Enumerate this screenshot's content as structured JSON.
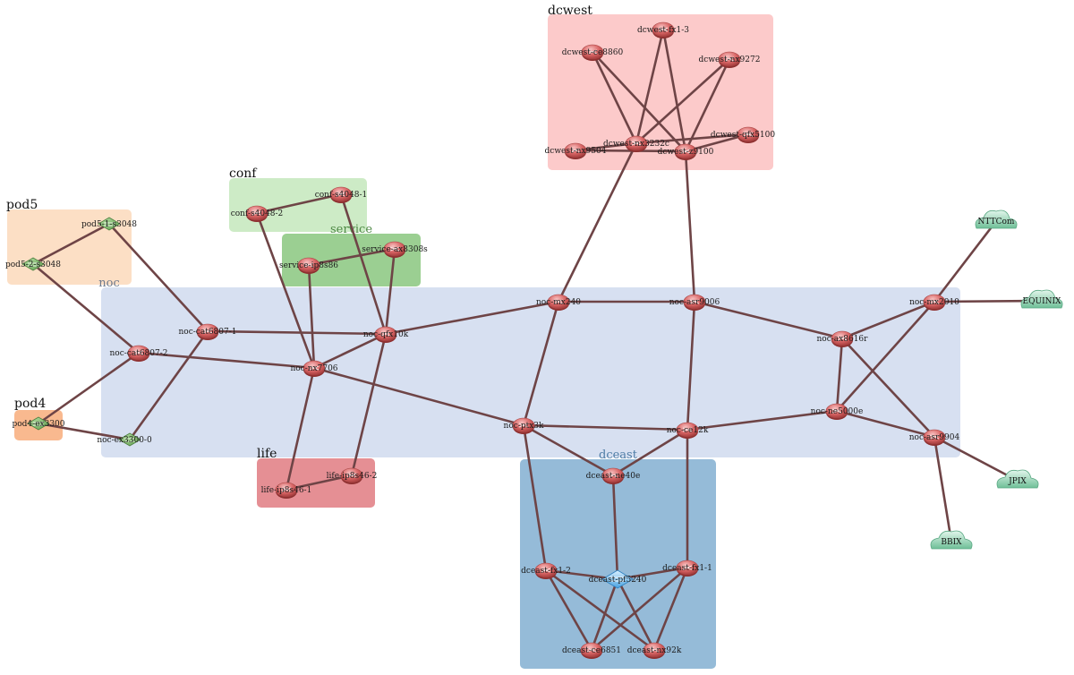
{
  "diagram": {
    "type": "network-topology",
    "groups": [
      {
        "id": "dcwest",
        "label": "dcwest",
        "color": "#fccaca"
      },
      {
        "id": "conf",
        "label": "conf",
        "color": "#cdebc6"
      },
      {
        "id": "pod5",
        "label": "pod5",
        "sublabel": "noc",
        "color": "#fcdfc5"
      },
      {
        "id": "service",
        "label": "service",
        "color": "#9bcf92"
      },
      {
        "id": "noc",
        "label": "noc",
        "color": "#d7e0f1"
      },
      {
        "id": "pod4",
        "label": "pod4",
        "color": "#f9b98f"
      },
      {
        "id": "life",
        "label": "life",
        "color": "#e58f94"
      },
      {
        "id": "dceast",
        "label": "dceast",
        "color": "#95bbd8"
      }
    ],
    "nodes": [
      {
        "id": "dcwest-fx1-3",
        "label": "dcwest-fx1-3",
        "kind": "router"
      },
      {
        "id": "dcwest-ce8860",
        "label": "dcwest-ce8860",
        "kind": "router"
      },
      {
        "id": "dcwest-nx9272",
        "label": "dcwest-nx9272",
        "kind": "router"
      },
      {
        "id": "dcwest-qfx5100",
        "label": "dcwest-qfx5100",
        "kind": "router"
      },
      {
        "id": "dcwest-nx9504",
        "label": "dcwest-nx9504",
        "kind": "router"
      },
      {
        "id": "dcwest-nx3232c",
        "label": "dcwest-nx3232c",
        "kind": "router"
      },
      {
        "id": "dcwest-z9100",
        "label": "dcwest-z9100",
        "kind": "router"
      },
      {
        "id": "conf-s4048-1",
        "label": "conf-s4048-1",
        "kind": "router"
      },
      {
        "id": "conf-s4048-2",
        "label": "conf-s4048-2",
        "kind": "router"
      },
      {
        "id": "service-ax8308s",
        "label": "service-ax8308s",
        "kind": "router"
      },
      {
        "id": "service-ip8s86",
        "label": "service-ip8s86",
        "kind": "router"
      },
      {
        "id": "pod5-1-s3048",
        "label": "pod5-1-s3048",
        "kind": "switch"
      },
      {
        "id": "pod5-2-s3048",
        "label": "pod5-2-s3048",
        "kind": "switch"
      },
      {
        "id": "noc-cat6807-1",
        "label": "noc-cat6807-1",
        "kind": "router"
      },
      {
        "id": "noc-cat6807-2",
        "label": "noc-cat6807-2",
        "kind": "router"
      },
      {
        "id": "noc-qfx10k",
        "label": "noc-qfx10k",
        "kind": "router"
      },
      {
        "id": "noc-nx7706",
        "label": "noc-nx7706",
        "kind": "router"
      },
      {
        "id": "noc-mx240",
        "label": "noc-mx240",
        "kind": "router"
      },
      {
        "id": "noc-asr9006",
        "label": "noc-asr9006",
        "kind": "router"
      },
      {
        "id": "noc-mx2010",
        "label": "noc-mx2010",
        "kind": "router"
      },
      {
        "id": "noc-ax8616r",
        "label": "noc-ax8616r",
        "kind": "router"
      },
      {
        "id": "noc-ne5000e",
        "label": "noc-ne5000e",
        "kind": "router"
      },
      {
        "id": "noc-asr9904",
        "label": "noc-asr9904",
        "kind": "router"
      },
      {
        "id": "noc-ptx3k",
        "label": "noc-ptx3k",
        "kind": "router"
      },
      {
        "id": "noc-ce12k",
        "label": "noc-ce12k",
        "kind": "router"
      },
      {
        "id": "noc-ex3300-0",
        "label": "noc-ex3300-0",
        "kind": "switch"
      },
      {
        "id": "pod4-ex3300",
        "label": "pod4-ex3300",
        "kind": "switch"
      },
      {
        "id": "life-ip8s46-1",
        "label": "life-ip8s46-1",
        "kind": "router"
      },
      {
        "id": "life-ip8s46-2",
        "label": "life-ip8s46-2",
        "kind": "router"
      },
      {
        "id": "dceast-ne40e",
        "label": "dceast-ne40e",
        "kind": "router"
      },
      {
        "id": "dceast-fx1-2",
        "label": "dceast-fx1-2",
        "kind": "router"
      },
      {
        "id": "dceast-fx1-1",
        "label": "dceast-fx1-1",
        "kind": "router"
      },
      {
        "id": "dceast-pf5240",
        "label": "dceast-pf5240",
        "kind": "openflow"
      },
      {
        "id": "dceast-ce6851",
        "label": "dceast-ce6851",
        "kind": "router"
      },
      {
        "id": "dceast-nx92k",
        "label": "dceast-nx92k",
        "kind": "router"
      },
      {
        "id": "NTTCom",
        "label": "NTTCom",
        "kind": "cloud"
      },
      {
        "id": "EQUINIX",
        "label": "EQUINIX",
        "kind": "cloud"
      },
      {
        "id": "JPIX",
        "label": "JPIX",
        "kind": "cloud"
      },
      {
        "id": "BBIX",
        "label": "BBIX",
        "kind": "cloud"
      }
    ],
    "links": [
      [
        "dcwest-ce8860",
        "dcwest-nx3232c"
      ],
      [
        "dcwest-ce8860",
        "dcwest-z9100"
      ],
      [
        "dcwest-fx1-3",
        "dcwest-nx3232c"
      ],
      [
        "dcwest-fx1-3",
        "dcwest-z9100"
      ],
      [
        "dcwest-nx9272",
        "dcwest-nx3232c"
      ],
      [
        "dcwest-nx9272",
        "dcwest-z9100"
      ],
      [
        "dcwest-qfx5100",
        "dcwest-nx3232c"
      ],
      [
        "dcwest-qfx5100",
        "dcwest-z9100"
      ],
      [
        "dcwest-nx9504",
        "dcwest-nx3232c"
      ],
      [
        "dcwest-nx9504",
        "dcwest-z9100"
      ],
      [
        "dcwest-nx3232c",
        "noc-mx240"
      ],
      [
        "dcwest-z9100",
        "noc-asr9006"
      ],
      [
        "conf-s4048-1",
        "conf-s4048-2"
      ],
      [
        "conf-s4048-1",
        "noc-qfx10k"
      ],
      [
        "conf-s4048-2",
        "noc-nx7706"
      ],
      [
        "service-ax8308s",
        "service-ip8s86"
      ],
      [
        "service-ax8308s",
        "noc-qfx10k"
      ],
      [
        "service-ip8s86",
        "noc-nx7706"
      ],
      [
        "pod5-1-s3048",
        "pod5-2-s3048"
      ],
      [
        "pod5-1-s3048",
        "noc-cat6807-1"
      ],
      [
        "pod5-2-s3048",
        "noc-cat6807-2"
      ],
      [
        "noc-cat6807-1",
        "noc-qfx10k"
      ],
      [
        "noc-cat6807-1",
        "noc-ex3300-0"
      ],
      [
        "noc-cat6807-2",
        "noc-nx7706"
      ],
      [
        "noc-cat6807-2",
        "pod4-ex3300"
      ],
      [
        "pod4-ex3300",
        "noc-ex3300-0"
      ],
      [
        "noc-qfx10k",
        "noc-nx7706"
      ],
      [
        "noc-qfx10k",
        "noc-mx240"
      ],
      [
        "noc-qfx10k",
        "life-ip8s46-2"
      ],
      [
        "noc-nx7706",
        "noc-ptx3k"
      ],
      [
        "noc-nx7706",
        "life-ip8s46-1"
      ],
      [
        "life-ip8s46-1",
        "life-ip8s46-2"
      ],
      [
        "noc-mx240",
        "noc-asr9006"
      ],
      [
        "noc-mx240",
        "noc-ptx3k"
      ],
      [
        "noc-asr9006",
        "noc-ce12k"
      ],
      [
        "noc-asr9006",
        "noc-ax8616r"
      ],
      [
        "noc-ptx3k",
        "noc-ce12k"
      ],
      [
        "noc-ptx3k",
        "dceast-ne40e"
      ],
      [
        "noc-ptx3k",
        "dceast-fx1-2"
      ],
      [
        "noc-ce12k",
        "noc-ne5000e"
      ],
      [
        "noc-ce12k",
        "dceast-ne40e"
      ],
      [
        "noc-ce12k",
        "dceast-fx1-1"
      ],
      [
        "noc-ax8616r",
        "noc-mx2010"
      ],
      [
        "noc-ax8616r",
        "noc-ne5000e"
      ],
      [
        "noc-ax8616r",
        "noc-asr9904"
      ],
      [
        "noc-mx2010",
        "noc-ne5000e"
      ],
      [
        "noc-ne5000e",
        "noc-asr9904"
      ],
      [
        "noc-mx2010",
        "NTTCom"
      ],
      [
        "noc-mx2010",
        "EQUINIX"
      ],
      [
        "noc-asr9904",
        "JPIX"
      ],
      [
        "noc-asr9904",
        "BBIX"
      ],
      [
        "dceast-ne40e",
        "dceast-pf5240"
      ],
      [
        "dceast-fx1-2",
        "dceast-pf5240"
      ],
      [
        "dceast-fx1-2",
        "dceast-ce6851"
      ],
      [
        "dceast-fx1-2",
        "dceast-nx92k"
      ],
      [
        "dceast-fx1-1",
        "dceast-pf5240"
      ],
      [
        "dceast-fx1-1",
        "dceast-ce6851"
      ],
      [
        "dceast-fx1-1",
        "dceast-nx92k"
      ],
      [
        "dceast-pf5240",
        "dceast-ce6851"
      ],
      [
        "dceast-pf5240",
        "dceast-nx92k"
      ]
    ]
  }
}
